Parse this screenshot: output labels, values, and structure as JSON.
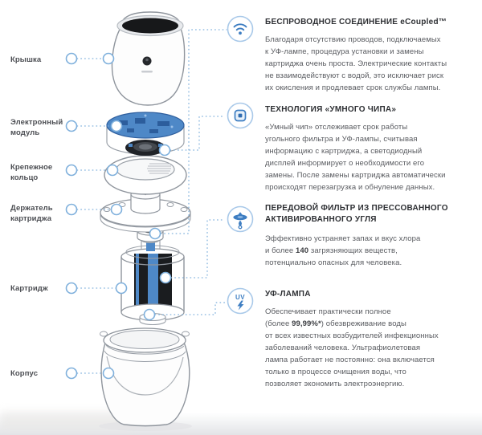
{
  "page": {
    "background": "#ffffff",
    "type": "product-exploded-diagram"
  },
  "colors": {
    "accent_blue": "#3e7ec2",
    "leader_line_blue": "#7fb0dc",
    "icon_ring_blue": "#a9c9e9",
    "module_pcb_blue": "#4e88c7",
    "carbon_black": "#1a1c1f",
    "outline_gray": "#8f959d",
    "title_text": "#2d2f33",
    "body_text": "#595b60",
    "label_text": "#4b4d52"
  },
  "diagram": {
    "part_labels": [
      {
        "id": "lid",
        "text": "Крышка"
      },
      {
        "id": "electronic-module",
        "text": "Электронный\nмодуль"
      },
      {
        "id": "mounting-ring",
        "text": "Крепежное\nкольцо"
      },
      {
        "id": "cartridge-holder",
        "text": "Держатель\nкартриджа"
      },
      {
        "id": "cartridge",
        "text": "Картридж"
      },
      {
        "id": "housing",
        "text": "Корпус"
      }
    ]
  },
  "features": [
    {
      "icon": "wifi-icon",
      "title": "БЕСПРОВОДНОЕ СОЕДИНЕНИЕ eCoupled™",
      "body_parts": [
        {
          "text": "Благодаря отсутствию проводов, подключаемых\nк УФ-лампе, процедура установки и замены\nкартриджа очень проста. Электрические контакты\nне взаимодействуют с водой, это исключает риск\nих окисления и продлевает срок службы лампы.",
          "bold": false
        }
      ]
    },
    {
      "icon": "chip-icon",
      "title": "ТЕХНОЛОГИЯ «УМНОГО ЧИПА»",
      "body_parts": [
        {
          "text": "«Умный чип» отслеживает срок работы\nугольного фильтра и УФ-лампы, считывая\nинформацию с картриджа, а светодиодный\nдисплей информирует о необходимости его\nзамены. После замены картриджа автоматически\nпроисходят перезагрузка и обнуление данных.",
          "bold": false
        }
      ]
    },
    {
      "icon": "carbon-filter-icon",
      "title": "ПЕРЕДОВОЙ ФИЛЬТР ИЗ ПРЕССОВАННОГО\nАКТИВИРОВАННОГО УГЛЯ",
      "body_parts": [
        {
          "text": "Эффективно устраняет запах и вкус хлора\nи более ",
          "bold": false
        },
        {
          "text": "140",
          "bold": true
        },
        {
          "text": " загрязняющих веществ,\nпотенциально опасных для человека.",
          "bold": false
        }
      ]
    },
    {
      "icon": "uv-lamp-icon",
      "title": "УФ-ЛАМПА",
      "body_parts": [
        {
          "text": "Обеспечивает практически полное\n(более ",
          "bold": false
        },
        {
          "text": "99,99%*",
          "bold": true
        },
        {
          "text": ") обезвреживание воды\nот всех известных возбудителей инфекционных\nзаболеваний человека. Ультрафиолетовая\nлампа работает не постоянно: она включается\nтолько в процессе очищения воды, что\nпозволяет экономить электроэнергию.",
          "bold": false
        }
      ]
    }
  ]
}
